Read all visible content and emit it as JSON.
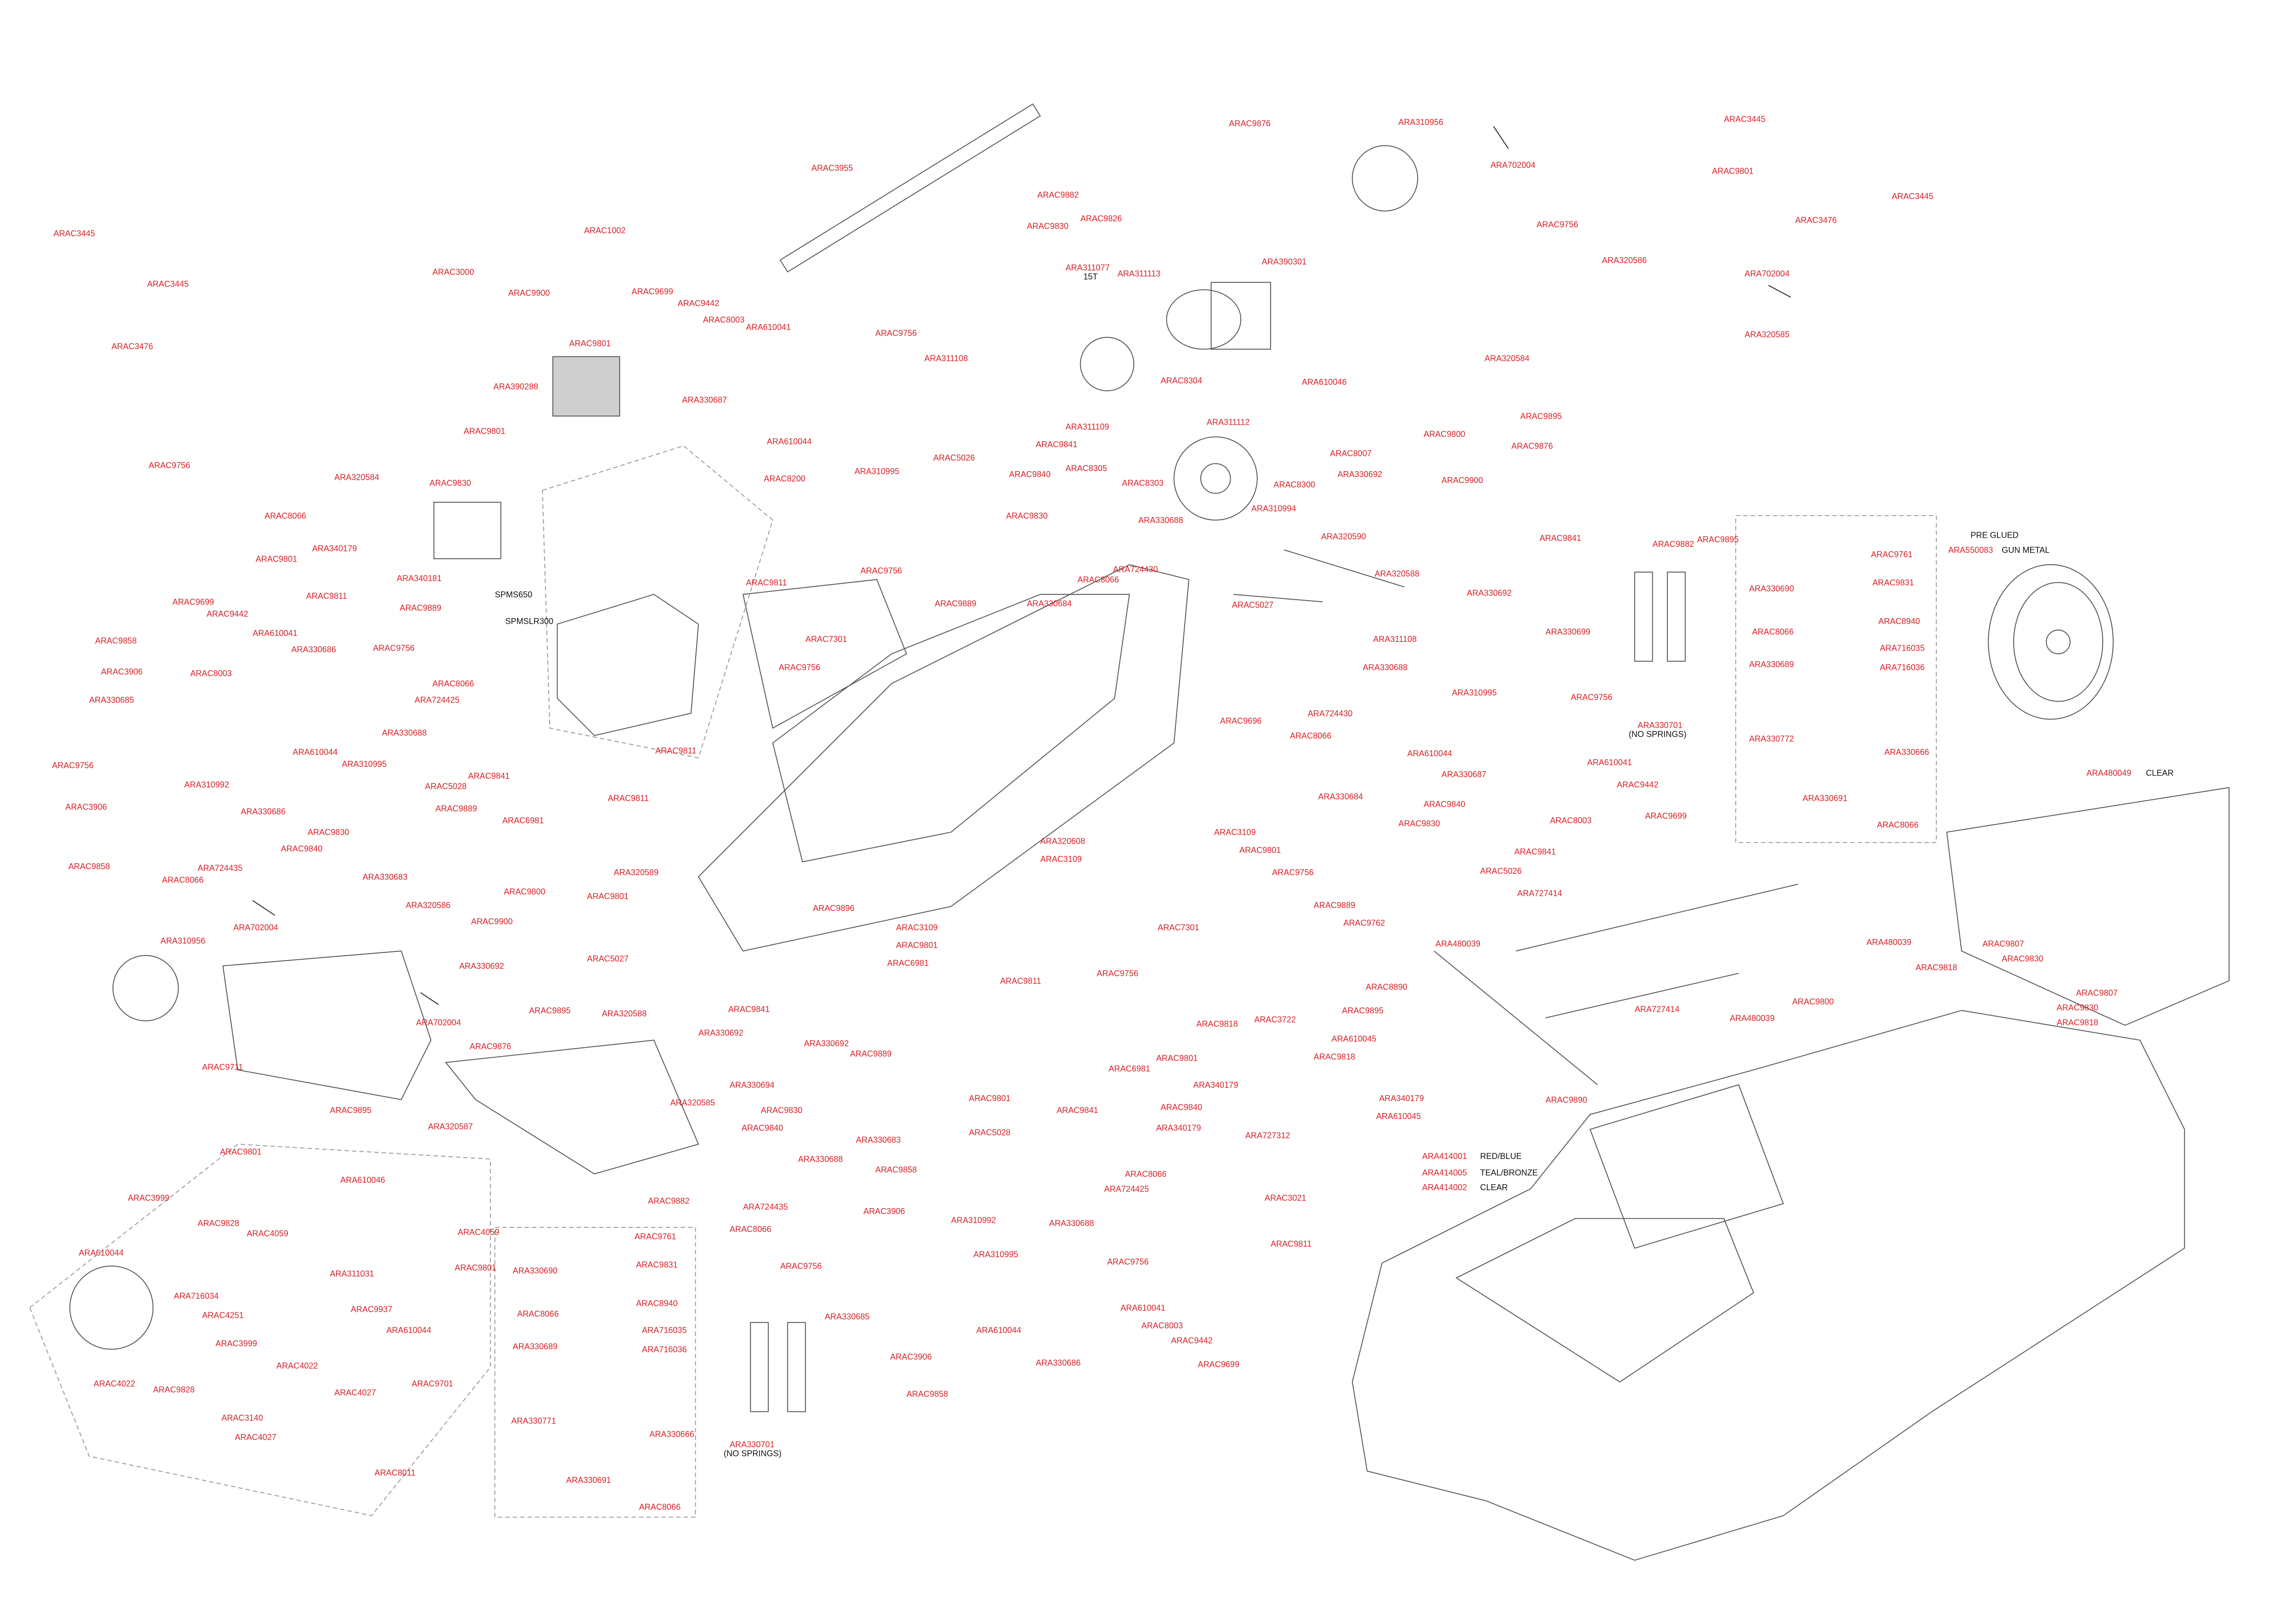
{
  "diagram_title": "",
  "part_numbers": [
    "ARAC3445",
    "ARAC3445",
    "ARAC3476",
    "ARAC9756",
    "ARA320584",
    "ARAC3000",
    "ARAC9900",
    "ARAC1002",
    "ARAC9699",
    "ARAC9442",
    "ARAC8003",
    "ARA610041",
    "ARAC9801",
    "ARA390288",
    "ARAC9801",
    "ARAC9830",
    "ARAC8200",
    "ARA330687",
    "ARA610044",
    "ARAC3955",
    "ARAC9756",
    "ARA311108",
    "ARA310995",
    "ARAC5026",
    "ARAC9882",
    "ARAC9830",
    "ARAC9826",
    "ARA311077",
    "ARA311113",
    "ARAC9876",
    "ARA390301",
    "ARA310956",
    "ARA702004",
    "ARAC9756",
    "ARA320586",
    "ARAC3445",
    "ARAC9801",
    "ARAC3476",
    "ARAC3445",
    "ARA702004",
    "ARA320584",
    "ARA320585",
    "ARAC8304",
    "ARA311109",
    "ARA311112",
    "ARA610046",
    "ARAC9841",
    "ARAC9840",
    "ARAC8305",
    "ARAC8303",
    "ARAC8007",
    "ARAC8300",
    "ARA330692",
    "ARA310994",
    "ARA330688",
    "ARAC9830",
    "ARA724430",
    "ARAC8066",
    "ARA330684",
    "ARAC9889",
    "ARAC9756",
    "ARAC9811",
    "ARAC9800",
    "ARAC9876",
    "ARAC9895",
    "ARAC9900",
    "ARA320590",
    "ARA320588",
    "ARAC5027",
    "ARAC9882",
    "ARAC9895",
    "ARAC9841",
    "ARA330692",
    "ARA330699",
    "ARA311108",
    "ARA330688",
    "ARA724430",
    "ARAC8066",
    "ARA310995",
    "ARAC9756",
    "ARA330701",
    "ARA610044",
    "ARA330687",
    "ARA610041",
    "ARAC9442",
    "ARAC8003",
    "ARAC9699",
    "ARAC9696",
    "ARA320608",
    "ARAC3109",
    "ARAC7301",
    "ARAC9756",
    "ARAC3109",
    "ARAC9801",
    "ARAC9756",
    "ARA330684",
    "ARAC9840",
    "ARAC9830",
    "ARAC5026",
    "ARAC9841",
    "ARA727414",
    "ARAC9889",
    "ARAC9762",
    "ARAC7301",
    "ARAC9756",
    "ARAC3722",
    "ARAC8890",
    "ARAC9895",
    "ARAC9818",
    "ARA610045",
    "ARAC9818",
    "ARAC9801",
    "ARA340179",
    "ARA340179",
    "ARA610045",
    "ARA727312",
    "ARA480039",
    "ARA480039",
    "ARA727414",
    "ARA480039",
    "ARAC9890",
    "ARAC9800",
    "ARAC9818",
    "ARAC9807",
    "ARAC9830",
    "ARAC9807",
    "ARAC9830",
    "ARAC9818",
    "ARA480049",
    "ARA550083",
    "ARAC9761",
    "ARA330690",
    "ARAC9831",
    "ARAC8066",
    "ARAC8940",
    "ARA716035",
    "ARA330689",
    "ARA716036",
    "ARA330772",
    "ARA330666",
    "ARA330691",
    "ARAC8066",
    "ARA414001",
    "ARA414005",
    "ARA414002",
    "ARAC9801",
    "ARAC5028",
    "ARAC9841",
    "ARAC6981",
    "ARAC9840",
    "ARA340179",
    "ARAC8066",
    "ARA724425",
    "ARA330688",
    "ARAC9756",
    "ARAC9858",
    "ARAC3906",
    "ARA310992",
    "ARA310995",
    "ARAC9756",
    "ARA330685",
    "ARAC3906",
    "ARAC9858",
    "ARA610044",
    "ARA330686",
    "ARA610041",
    "ARAC8003",
    "ARAC9442",
    "ARAC9699",
    "ARAC3021",
    "ARAC9811",
    "ARA330701",
    "ARAC9761",
    "ARA330690",
    "ARAC9831",
    "ARAC8066",
    "ARAC8940",
    "ARA716035",
    "ARA330689",
    "ARA716036",
    "ARA330771",
    "ARA330666",
    "ARA330691",
    "ARAC8066",
    "ARA320587",
    "ARAC9895",
    "ARAC9711",
    "ARAC9876",
    "ARAC9895",
    "ARA320588",
    "ARA702004",
    "ARA330692",
    "ARAC9900",
    "ARAC9800",
    "ARA320586",
    "ARAC5027",
    "ARA320589",
    "ARAC9801",
    "ARAC9841",
    "ARA330692",
    "ARA330692",
    "ARAC9889",
    "ARA330694",
    "ARA320585",
    "ARAC9830",
    "ARAC9840",
    "ARA330683",
    "ARAC9882",
    "ARA330688",
    "ARA724435",
    "ARAC8066",
    "ARAC9896",
    "ARAC3109",
    "ARAC9801",
    "ARAC6981",
    "ARAC9811",
    "ARAC6981",
    "ARAC9811",
    "ARAC9811",
    "ARA340181",
    "ARAC9811",
    "ARAC9889",
    "ARA340179",
    "ARAC8066",
    "ARAC9801",
    "ARAC9699",
    "ARAC9442",
    "ARAC9858",
    "ARA610041",
    "ARA330686",
    "ARAC9756",
    "ARAC3906",
    "ARAC8003",
    "ARAC8066",
    "ARA724425",
    "ARA330685",
    "ARA330688",
    "ARA610044",
    "ARA310995",
    "ARAC9756",
    "ARAC9841",
    "ARAC5028",
    "ARA310992",
    "ARAC3906",
    "ARA330686",
    "ARAC9889",
    "ARAC9830",
    "ARAC9840",
    "ARAC9858",
    "ARA724435",
    "ARAC8066",
    "ARA330683",
    "ARA702004",
    "ARA310956",
    "ARAC9801",
    "ARA610046",
    "ARAC3999",
    "ARAC9828",
    "ARAC4059",
    "ARAC4059",
    "ARA610044",
    "ARA311031",
    "ARAC9801",
    "ARA716034",
    "ARAC4251",
    "ARAC9937",
    "ARA610044",
    "ARAC3999",
    "ARAC4022",
    "ARAC9828",
    "ARAC9701",
    "ARAC4022",
    "ARAC4027",
    "ARAC3140",
    "ARAC4027",
    "ARAC8011"
  ],
  "notes": [
    "15T",
    "(NO SPRINGS)",
    "PRE GLUED",
    "GUN METAL",
    "CLEAR",
    "RED/BLUE",
    "TEAL/BRONZE",
    "CLEAR",
    "SPMS650",
    "SPMSLR300",
    "(NO SPRINGS)"
  ],
  "colors": {
    "part_number": "#d8232a",
    "note": "#111111",
    "linework": "#555555"
  }
}
